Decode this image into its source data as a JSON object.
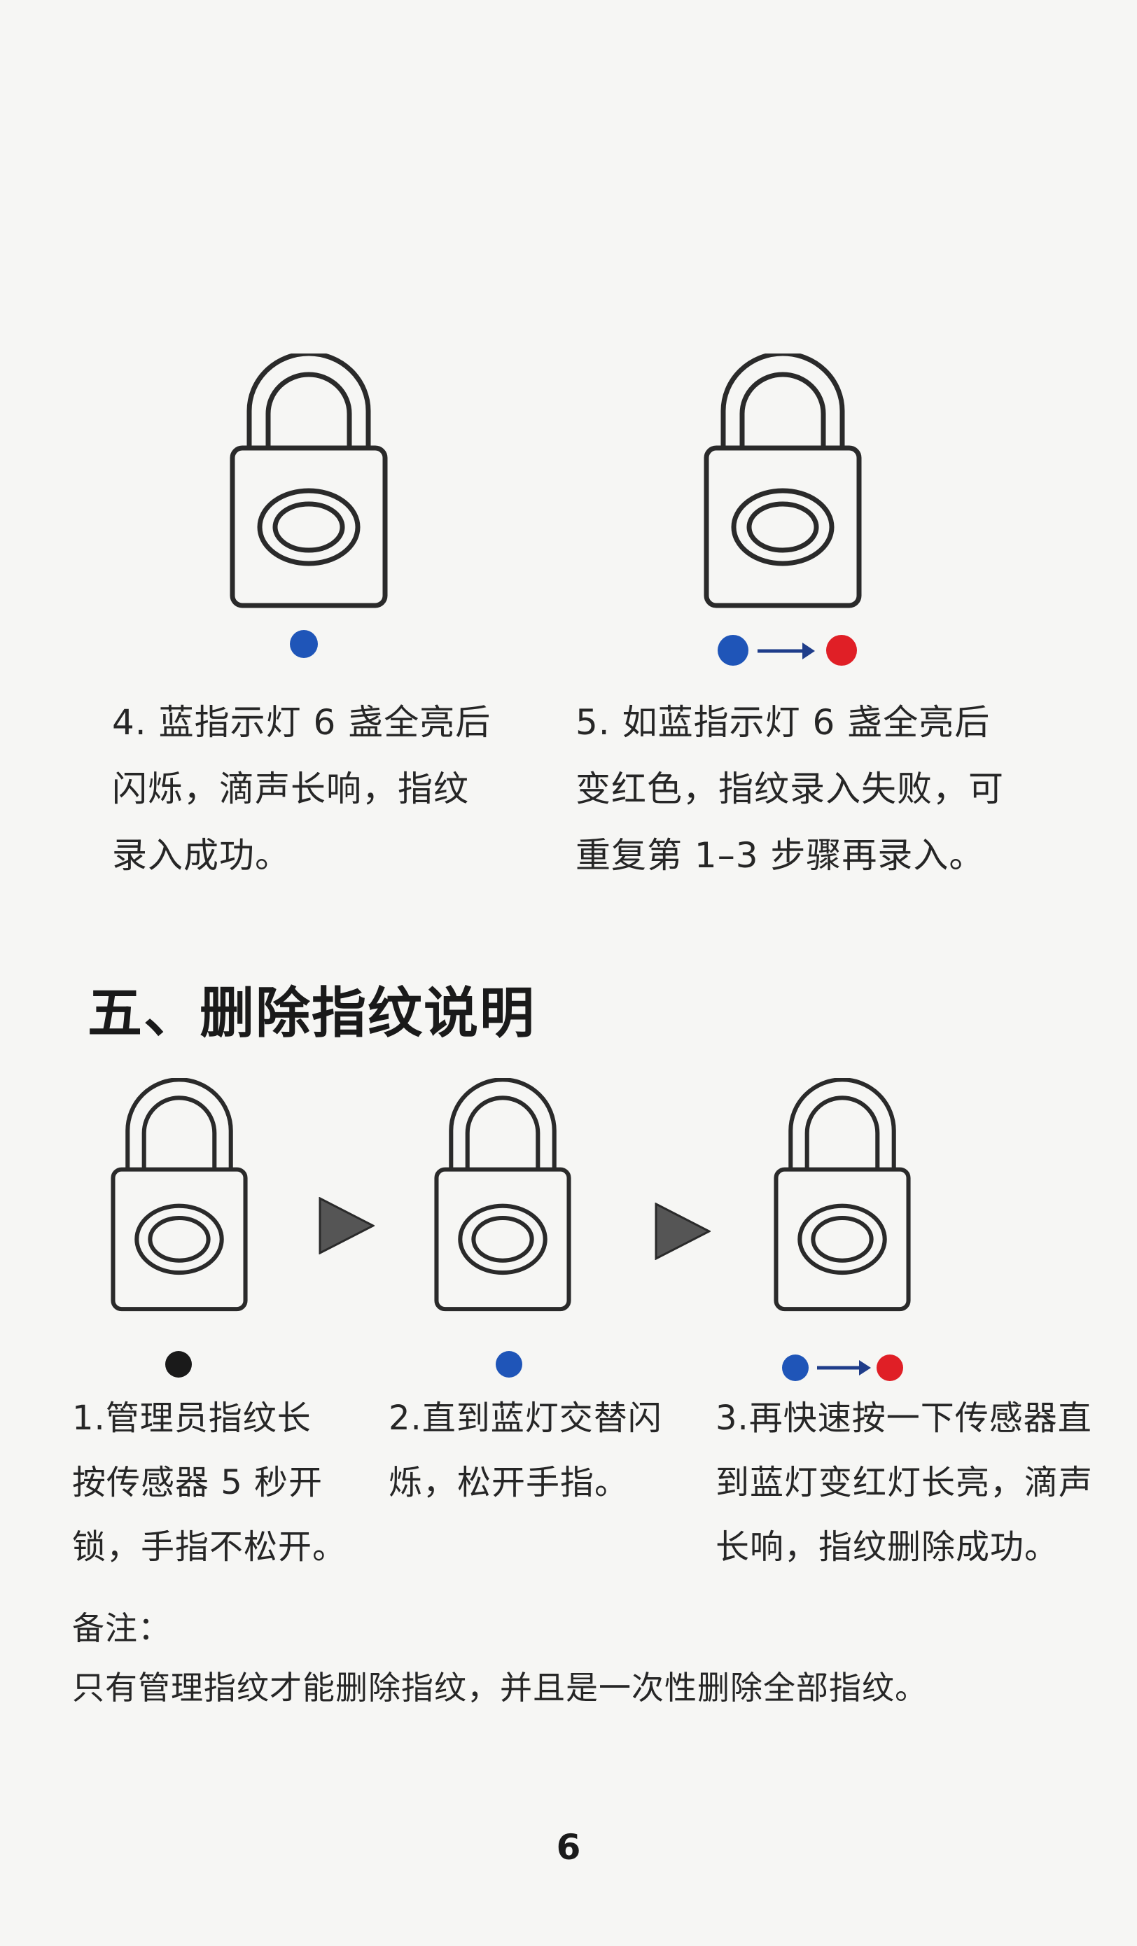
{
  "enroll_steps": [
    {
      "lines": [
        "4. 蓝指示灯 6 盏全亮后",
        "闪烁，滴声长响，指纹",
        "录入成功。"
      ],
      "indicator": [
        "blue"
      ]
    },
    {
      "lines": [
        "5. 如蓝指示灯 6 盏全亮后",
        "变红色，指纹录入失败，可",
        "重复第 1–3 步骤再录入。"
      ],
      "indicator": [
        "blue",
        "red"
      ]
    }
  ],
  "section": {
    "heading": "五、删除指纹说明"
  },
  "delete_steps": [
    {
      "lines": [
        "1.管理员指纹长",
        "按传感器 5 秒开",
        "锁，手指不松开。"
      ],
      "indicator": [
        "black"
      ]
    },
    {
      "lines": [
        "2.直到蓝灯交替闪",
        "烁，松开手指。"
      ],
      "indicator": [
        "blue"
      ]
    },
    {
      "lines": [
        "3.再快速按一下传感器直",
        "到蓝灯变红灯长亮，滴声",
        "长响，指纹删除成功。"
      ],
      "indicator": [
        "blue",
        "red"
      ]
    }
  ],
  "note": {
    "label": "备注：",
    "text": "只有管理指纹才能删除指纹，并且是一次性删除全部指纹。"
  },
  "page_number": "6",
  "colors": {
    "blue": "#1f55b8",
    "red": "#e01f26",
    "black": "#1a1a1a",
    "arrow": "#1f3d8a"
  },
  "icons": {
    "lock": "padlock-fingerprint-icon",
    "step_arrow": "play-triangle-icon"
  }
}
